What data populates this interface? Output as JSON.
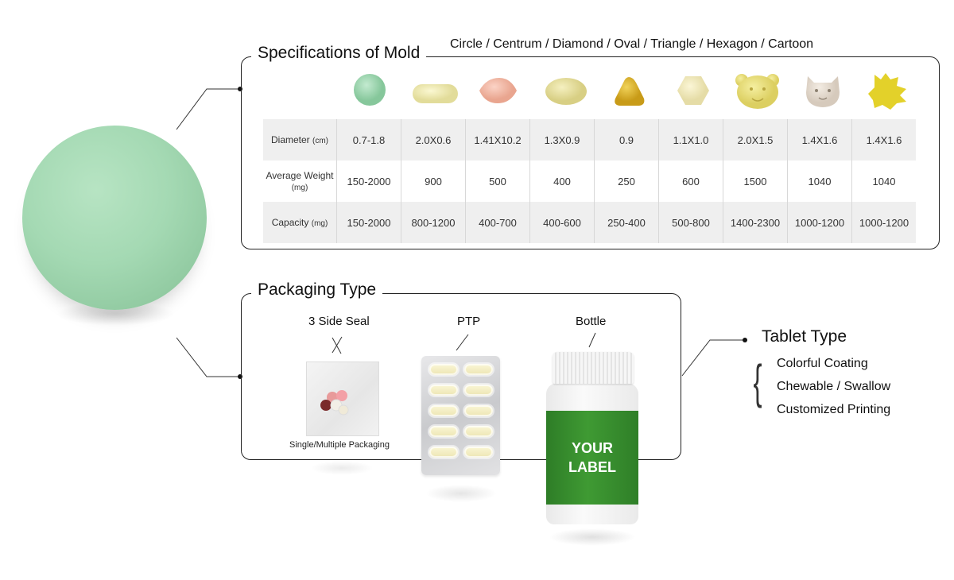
{
  "spec": {
    "title": "Specifications of Mold",
    "shapes": "Circle / Centrum / Diamond / Oval / Triangle / Hexagon / Cartoon",
    "rows": [
      {
        "label": "Diameter",
        "unit": "(cm)",
        "values": [
          "0.7-1.8",
          "2.0X0.6",
          "1.41X10.2",
          "1.3X0.9",
          "0.9",
          "1.1X1.0",
          "2.0X1.5",
          "1.4X1.6",
          "1.4X1.6"
        ]
      },
      {
        "label": "Average Weight",
        "unit": "(mg)",
        "values": [
          "150-2000",
          "900",
          "500",
          "400",
          "250",
          "600",
          "1500",
          "1040",
          "1040"
        ]
      },
      {
        "label": "Capacity",
        "unit": "(mg)",
        "values": [
          "150-2000",
          "800-1200",
          "400-700",
          "400-600",
          "250-400",
          "500-800",
          "1400-2300",
          "1000-1200",
          "1000-1200"
        ]
      }
    ]
  },
  "packaging": {
    "title": "Packaging Type",
    "seal_label": "3 Side Seal",
    "seal_sub": "Single/Multiple Packaging",
    "ptp_label": "PTP",
    "bottle_label": "Bottle",
    "bottle_text_1": "YOUR",
    "bottle_text_2": "LABEL"
  },
  "tablet_type": {
    "title": "Tablet Type",
    "items": [
      "Colorful Coating",
      "Chewable / Swallow",
      "Customized Printing"
    ]
  },
  "colors": {
    "green_tablet": "#a4d9b3",
    "bottle_green": "#3f9a33"
  }
}
